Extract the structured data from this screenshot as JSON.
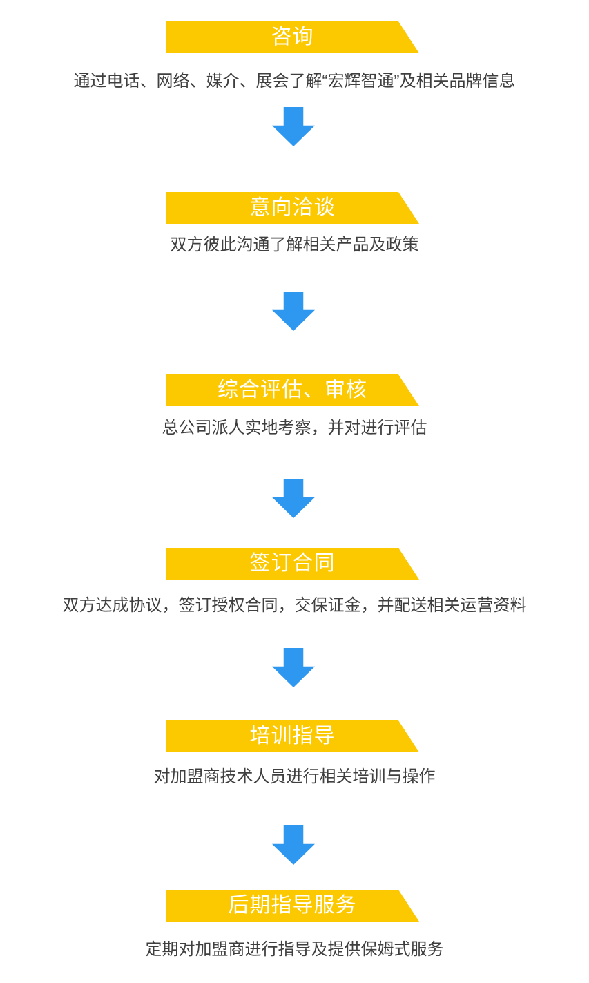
{
  "colors": {
    "banner_bg": "#FCC800",
    "banner_text": "#FFFFFF",
    "description_text": "#3F3F3F",
    "arrow": "#2E97F0"
  },
  "flowchart": {
    "icon": "down-arrow-icon"
  },
  "steps": [
    {
      "title": "咨询",
      "description": "通过电话、网络、媒介、展会了解“宏辉智通”及相关品牌信息"
    },
    {
      "title": "意向洽谈",
      "description": "双方彼此沟通了解相关产品及政策"
    },
    {
      "title": "综合评估、审核",
      "description": "总公司派人实地考察，并对进行评估"
    },
    {
      "title": "签订合同",
      "description": "双方达成协议，签订授权合同，交保证金，并配送相关运营资料"
    },
    {
      "title": "培训指导",
      "description": "对加盟商技术人员进行相关培训与操作"
    },
    {
      "title": "后期指导服务",
      "description": "定期对加盟商进行指导及提供保姆式服务"
    }
  ]
}
